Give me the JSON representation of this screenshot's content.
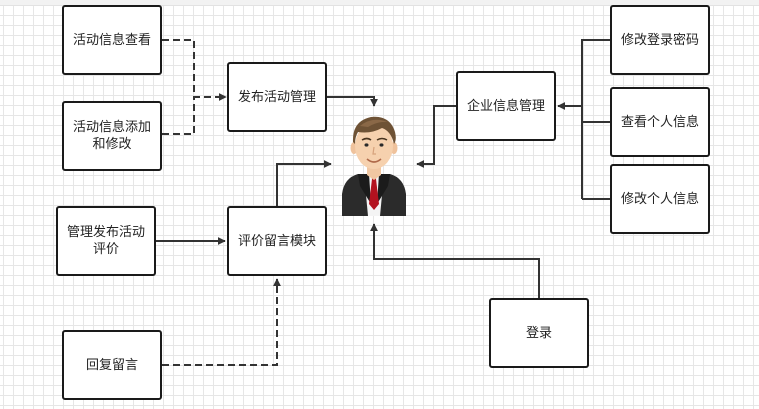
{
  "diagram": {
    "nodes": {
      "activity_view": "活动信息查看",
      "activity_edit": "活动信息添加\n和修改",
      "publish_manage": "发布活动管理",
      "manage_eval": "管理发布活动\n评价",
      "eval_module": "评价留言模块",
      "reply": "回复留言",
      "enterprise_manage": "企业信息管理",
      "change_password": "修改登录密码",
      "view_personal": "查看个人信息",
      "edit_personal": "修改个人信息",
      "login": "登录"
    },
    "center_icon": "businessman-avatar-icon",
    "colors": {
      "line": "#333333",
      "border": "#1a1a1a",
      "grid": "#e6e6e6",
      "tie": "#b3121f",
      "suit": "#2b2b2b"
    }
  }
}
